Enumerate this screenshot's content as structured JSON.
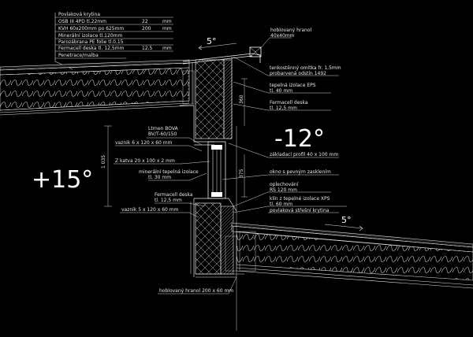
{
  "roof_layers": [
    {
      "name": "Povlaková krytina",
      "value": "",
      "unit": ""
    },
    {
      "name": "OSB III 4PD tl.22mm",
      "value": "22",
      "unit": "mm"
    },
    {
      "name": "KVH 60x200mm po 625mm",
      "value": "200",
      "unit": "mm"
    },
    {
      "name": "Minerální izolace tl.120mm",
      "value": "",
      "unit": ""
    },
    {
      "name": "Parozábrana PE folie tl.0,15",
      "value": "",
      "unit": ""
    },
    {
      "name": "Fermacell deska tl. 12,5mm",
      "value": "12.5",
      "unit": "mm"
    },
    {
      "name": "Penetrace/malba",
      "value": "",
      "unit": ""
    }
  ],
  "labels": {
    "flashing": "hoblovaný hranol",
    "flashing_size": "40x40mm",
    "sheet_metal": "tenkostěnný omítka fr. 1,5mm",
    "sheet_metal_2": "probarvená odstín 1492",
    "eps": "tepelná izolace EPS",
    "eps_t": "tl. 40 mm",
    "fermacell": "Fermacell deska",
    "fermacell_t": "tl. 12,5 mm",
    "lintel": "Ltrnen BOVA",
    "lintel_2": "BV/T-60/150",
    "purlin": "vaznik 6 x 120 x 60 mm",
    "base_profile": "základací profil 40 x 100 mm",
    "angle": "Z katva  20 x 100 x 2 mm",
    "window": "okno s pevným zasklením",
    "mineral": "minerální tepelná izolace",
    "mineral_t": "tl. 30 mm",
    "plaster": "oplechování",
    "plaster_t": "RS 120 mm",
    "ferma2": "Fermacell deska",
    "ferma2_t": "tl. 12,5 mm",
    "purlin2": "vaznik 5 x 120 x 60 mm",
    "xps": "klín z tepelné izolace XPS",
    "xps_t": "tl. 60 mm",
    "roof2": "povlaková střešní krytina",
    "bottom_beam": "hoblovaný hranol 200 x 60 mm",
    "dim_1035": "1 035",
    "dim_360": "360",
    "dim_375": "375"
  },
  "temps": {
    "outside": "+15°",
    "inside": "-12°"
  },
  "slopes": {
    "upper": "5°",
    "lower": "5°"
  }
}
